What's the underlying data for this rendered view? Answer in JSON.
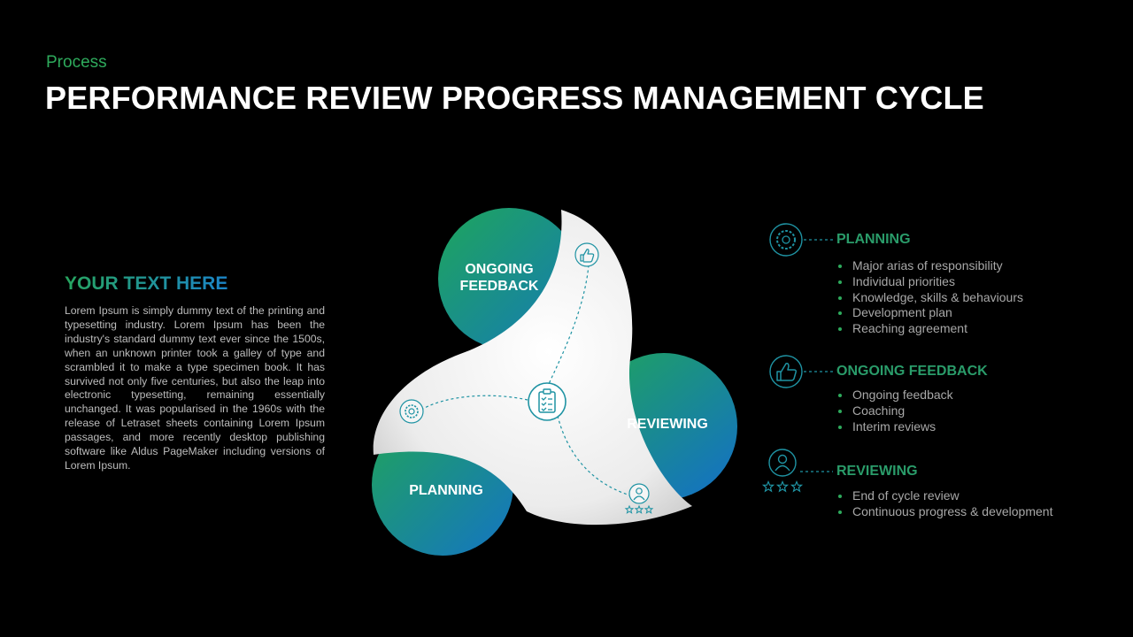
{
  "header": {
    "subtitle": "Process",
    "title": "PERFORMANCE REVIEW PROGRESS MANAGEMENT CYCLE"
  },
  "left": {
    "heading": "YOUR TEXT HERE",
    "body": "Lorem Ipsum is simply dummy text of the printing and typesetting industry. Lorem Ipsum has been the industry's standard dummy text ever since the 1500s, when an unknown printer took a galley of type and scrambled it to make a type specimen book. It has survived not only five centuries, but also the leap into electronic typesetting, remaining essentially unchanged. It was popularised in the 1960s with the release of Letraset sheets containing Lorem Ipsum passages, and more recently desktop publishing software like Aldus PageMaker including versions of Lorem Ipsum."
  },
  "diagram": {
    "feedback_line1": "ONGOING",
    "feedback_line2": "FEEDBACK",
    "reviewing": "REVIEWING",
    "planning": "PLANNING",
    "icons": [
      "gear-refresh-icon",
      "thumbs-up-icon",
      "user-stars-icon",
      "clipboard-checklist-icon"
    ]
  },
  "right": {
    "sections": [
      {
        "heading": "PLANNING",
        "icon": "gear-refresh-icon",
        "items": [
          "Major arias of responsibility",
          "Individual  priorities",
          "Knowledge, skills & behaviours",
          "Development plan",
          "Reaching agreement"
        ]
      },
      {
        "heading": "ONGOING FEEDBACK",
        "icon": "thumbs-up-icon",
        "items": [
          "Ongoing feedback",
          "Coaching",
          "Interim reviews"
        ]
      },
      {
        "heading": "REVIEWING",
        "icon": "user-stars-icon",
        "items": [
          "End of cycle review",
          "Continuous progress & development"
        ]
      }
    ]
  },
  "colors": {
    "green": "#27a55f",
    "blue": "#1b7fc4",
    "background": "#000000",
    "white_shape": "#efefef"
  }
}
